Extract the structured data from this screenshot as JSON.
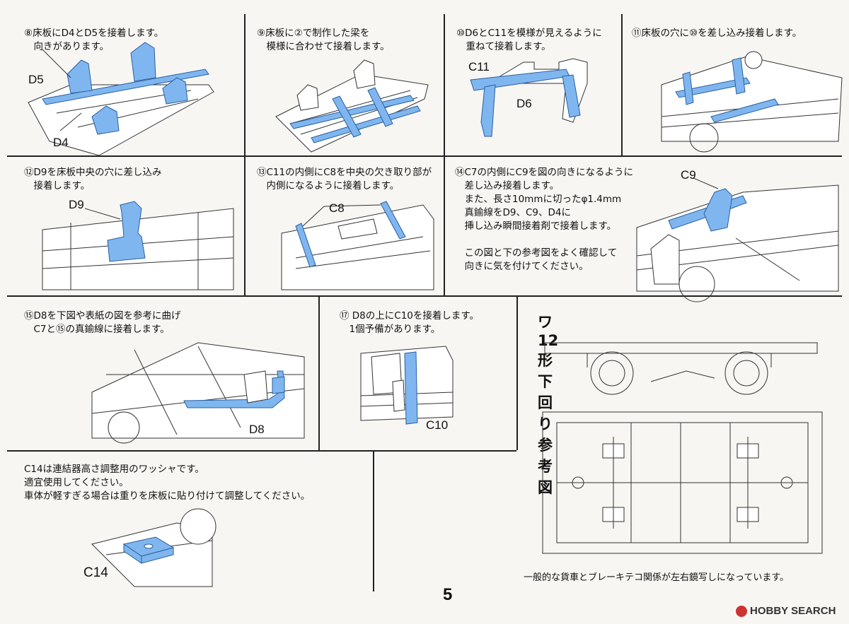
{
  "steps": {
    "s8": {
      "text": "⑧床板にD4とD5を接着します。\n　向きがあります。",
      "labels": [
        "D5",
        "D4"
      ]
    },
    "s9": {
      "text": "⑨床板に②で制作した梁を\n　模様に合わせて接着します。"
    },
    "s10": {
      "text": "⑩D6とC11を模様が見えるように\n　重ねて接着します。",
      "labels": [
        "C11",
        "D6"
      ]
    },
    "s11": {
      "text": "⑪床板の穴に⑩を差し込み接着します。"
    },
    "s12": {
      "text": "⑫D9を床板中央の穴に差し込み\n　接着します。",
      "labels": [
        "D9"
      ]
    },
    "s13": {
      "text": "⑬C11の内側にC8を中央の欠き取り部が\n　内側になるように接着します。",
      "labels": [
        "C8"
      ]
    },
    "s14": {
      "text": "⑭C7の内側にC9を図の向きになるように\n　差し込み接着します。\n　また、長さ10mmに切ったφ1.4mm\n　真鍮線をD9、C9、D4に\n　挿し込み瞬間接着剤で接着します。\n\n　この図と下の参考図をよく確認して\n　向きに気を付けてください。",
      "labels": [
        "C9"
      ]
    },
    "s15": {
      "text": "⑮D8を下図や表紙の図を参考に曲げ\n　C7と⑮の真鍮線に接着します。",
      "labels": [
        "D8"
      ]
    },
    "s17": {
      "text": "⑰ D8の上にC10を接着します。\n　1個予備があります。",
      "labels": [
        "C10"
      ]
    },
    "c14": {
      "text": "C14は連結器高さ調整用のワッシャです。\n適宜使用してください。\n車体が軽すぎる場合は重りを床板に貼り付けて調整してください。",
      "labels": [
        "C14"
      ]
    }
  },
  "reference": {
    "title": "ワ12形下回り参考図",
    "caption": "一般的な貨車とブレーキテコ関係が左右鏡写しになっています。"
  },
  "page_number": "5",
  "watermark": "HOBBY SEARCH",
  "colors": {
    "part_fill": "#7fb6ef",
    "part_stroke": "#2a5f9e",
    "line": "#222222"
  }
}
